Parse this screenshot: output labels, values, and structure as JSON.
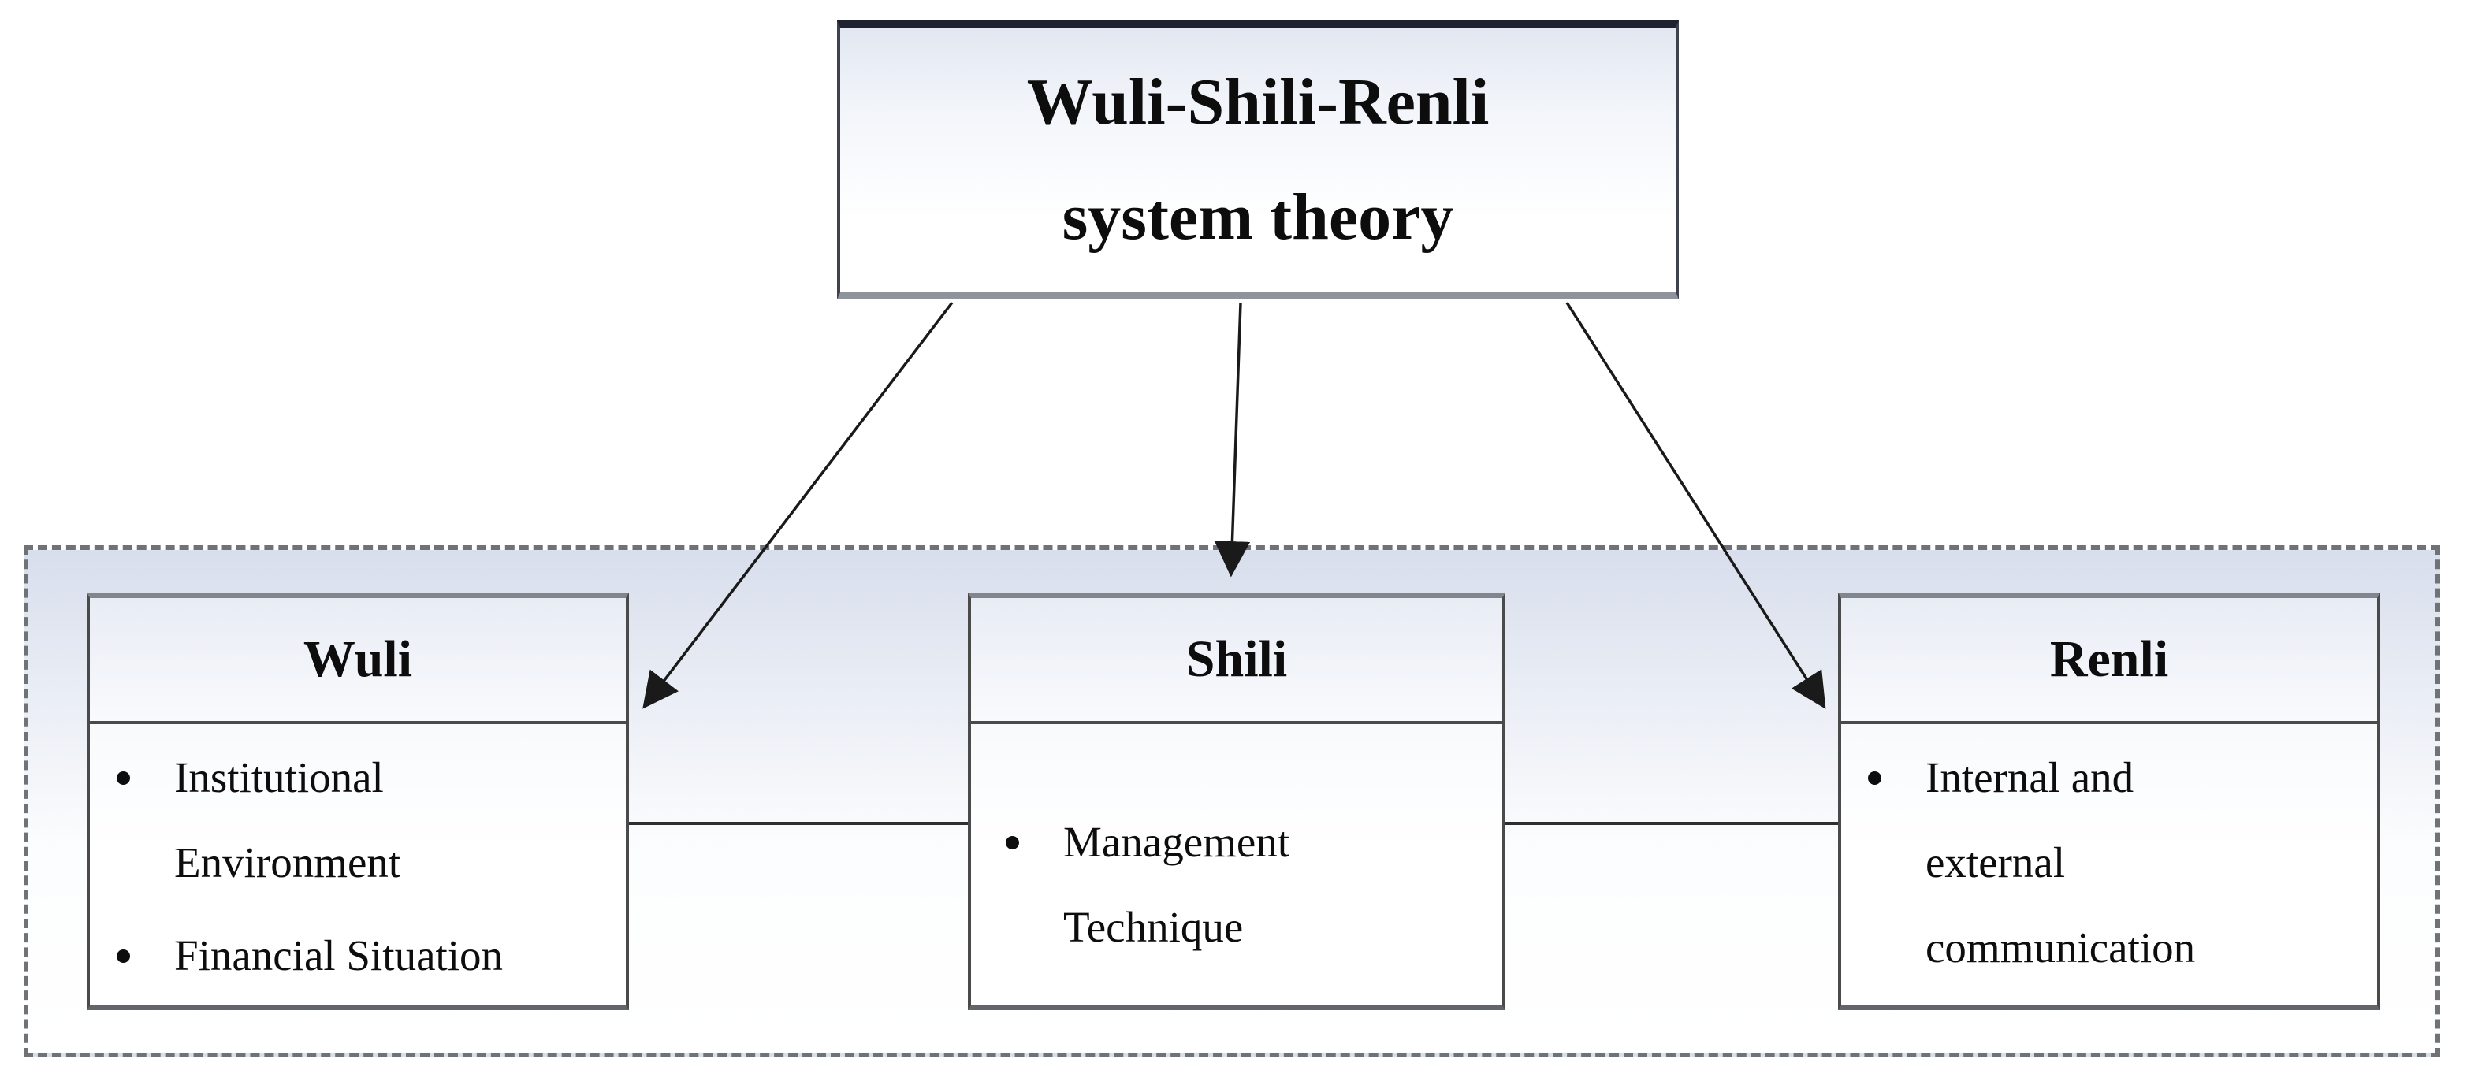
{
  "diagram": {
    "type": "concept-diagram",
    "title_box": {
      "lines": [
        "Wuli-Shili-Renli",
        "system theory"
      ]
    },
    "boxes": [
      {
        "id": "wuli",
        "title": "Wuli",
        "items": [
          "Institutional Environment",
          "Financial Situation"
        ]
      },
      {
        "id": "shili",
        "title": "Shili",
        "items": [
          "Management Technique"
        ]
      },
      {
        "id": "renli",
        "title": "Renli",
        "items": [
          "Internal and external communication"
        ]
      }
    ],
    "relations": [
      "title-to-wuli-arrow",
      "title-to-shili-arrow",
      "title-to-renli-arrow",
      "wuli-shili-connector",
      "shili-renli-connector"
    ],
    "colors": {
      "arrow_line": "#1a1a1a",
      "box_border": "#4a4a4a",
      "dashed_border": "#6f7378",
      "container_gradient_top": "#d8deec",
      "header_gradient_top": "#e8ecf4",
      "text": "#0d0d0d",
      "background": "#ffffff"
    }
  }
}
